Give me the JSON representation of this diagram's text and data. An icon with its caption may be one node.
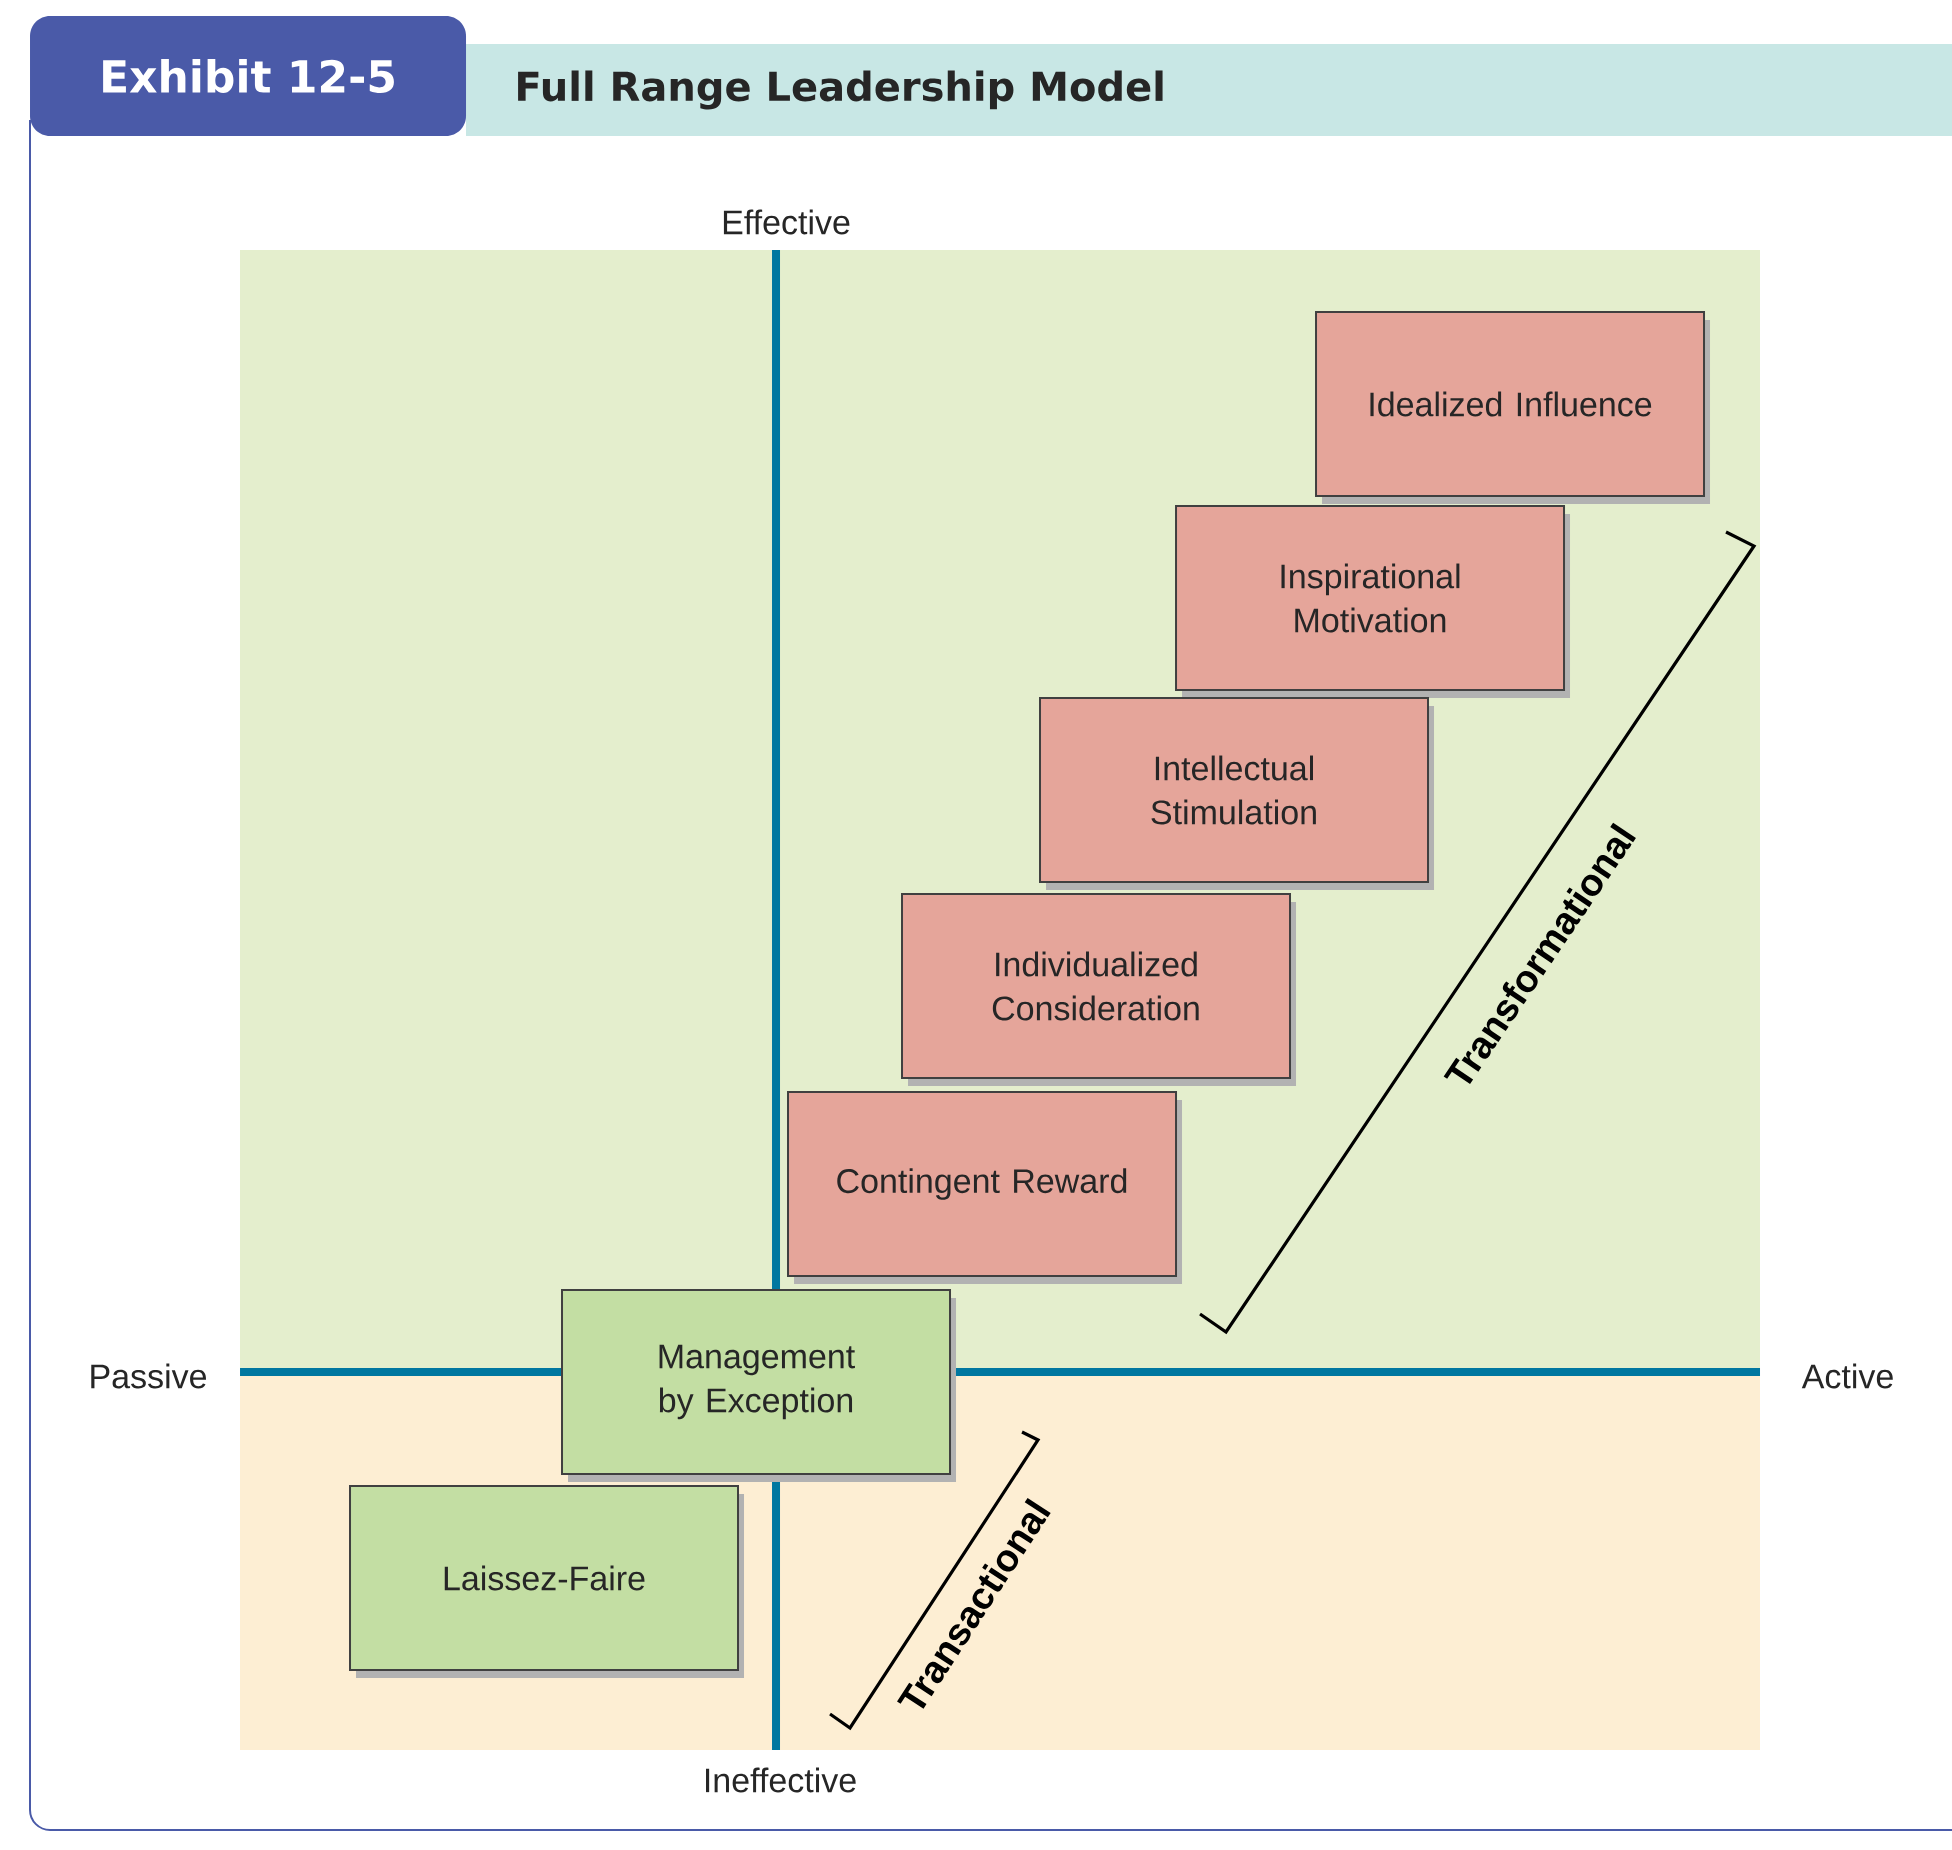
{
  "diagram": {
    "title": "Full Range Leadership Model",
    "nodes": [
      {
        "text": [
          "Idealized Influence"
        ]
      },
      {
        "text": [
          "Inspirational Motivation"
        ]
      },
      {
        "text": [
          "Intellectual Stimulation"
        ]
      },
      {
        "text": [
          "Individualized Consideration"
        ]
      },
      {
        "text": [
          "Contingent Reward"
        ]
      },
      {
        "text": [
          "Management by Exception"
        ]
      },
      {
        "text": [
          "Laissez-Faire"
        ]
      }
    ],
    "labels": [
      "Exhibit 12-5",
      "Effective",
      "Passive",
      "Active",
      "Transformational",
      "Transactional",
      "Ineffective"
    ]
  }
}
